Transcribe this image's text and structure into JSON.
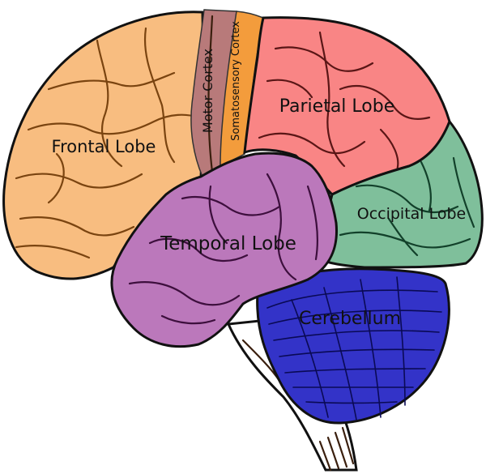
{
  "diagram": {
    "regions": [
      {
        "id": "frontal",
        "label": "Frontal Lobe",
        "color": "#f8bd80"
      },
      {
        "id": "motor",
        "label": "Motor Cortex",
        "color": "#b87a7a"
      },
      {
        "id": "somatosensory",
        "label": "Somatosensory Cortex",
        "color": "#f39c3c"
      },
      {
        "id": "parietal",
        "label": "Parietal Lobe",
        "color": "#f98585"
      },
      {
        "id": "occipital",
        "label": "Occipital Lobe",
        "color": "#7fbf9b"
      },
      {
        "id": "temporal",
        "label": "Temporal Lobe",
        "color": "#bb78bb"
      },
      {
        "id": "cerebellum",
        "label": "Cerebellum",
        "color": "#3333c8"
      },
      {
        "id": "brainstem",
        "label": "",
        "color": "#ffffff"
      }
    ]
  }
}
